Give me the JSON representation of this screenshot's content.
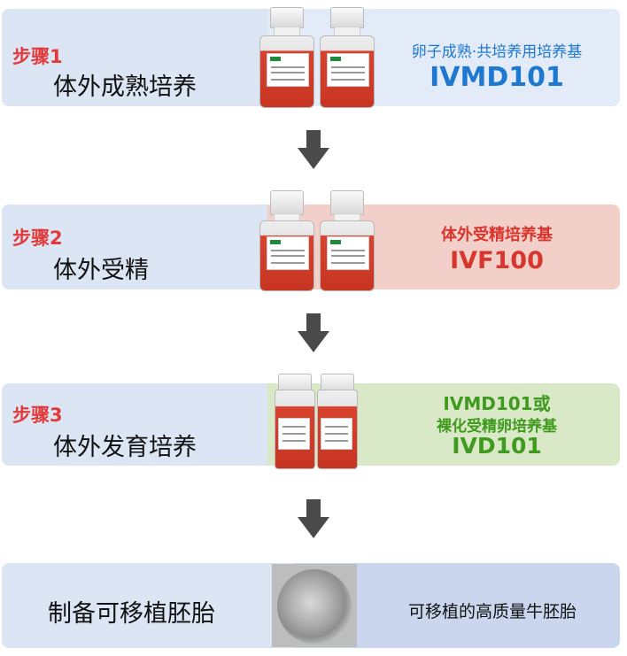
{
  "steps": [
    {
      "step_label": "步骤1",
      "title": "体外成熟培养",
      "medium_name": "卵子成熟·共培养用培养基",
      "product_code": "IVMD101",
      "accent": "#1e78d0",
      "panel_bg": "#e2ebf7"
    },
    {
      "step_label": "步骤2",
      "title": "体外受精",
      "medium_name": "体外受精培养基",
      "product_code": "IVF100",
      "accent": "#d8352d",
      "panel_bg": "#f3cfc9"
    },
    {
      "step_label": "步骤3",
      "title": "体外发育培养",
      "medium_line1": "IVMD101或",
      "medium_line2": "裸化受精卵培养基",
      "product_code": "IVD101",
      "accent": "#3f9a1e",
      "panel_bg": "#d9e9c8"
    }
  ],
  "final": {
    "title": "制备可移植胚胎",
    "result": "可移植的高质量牛胚胎",
    "panel_bg": "#c9d6ee"
  },
  "icons": {
    "arrow": "arrow-down-icon",
    "bottle": "medium-bottle-icon",
    "embryo": "embryo-photo-icon"
  },
  "colors": {
    "step_label": "#e23a3a",
    "left_panel": "#dbe5f3",
    "arrow": "#4a4a4a"
  }
}
